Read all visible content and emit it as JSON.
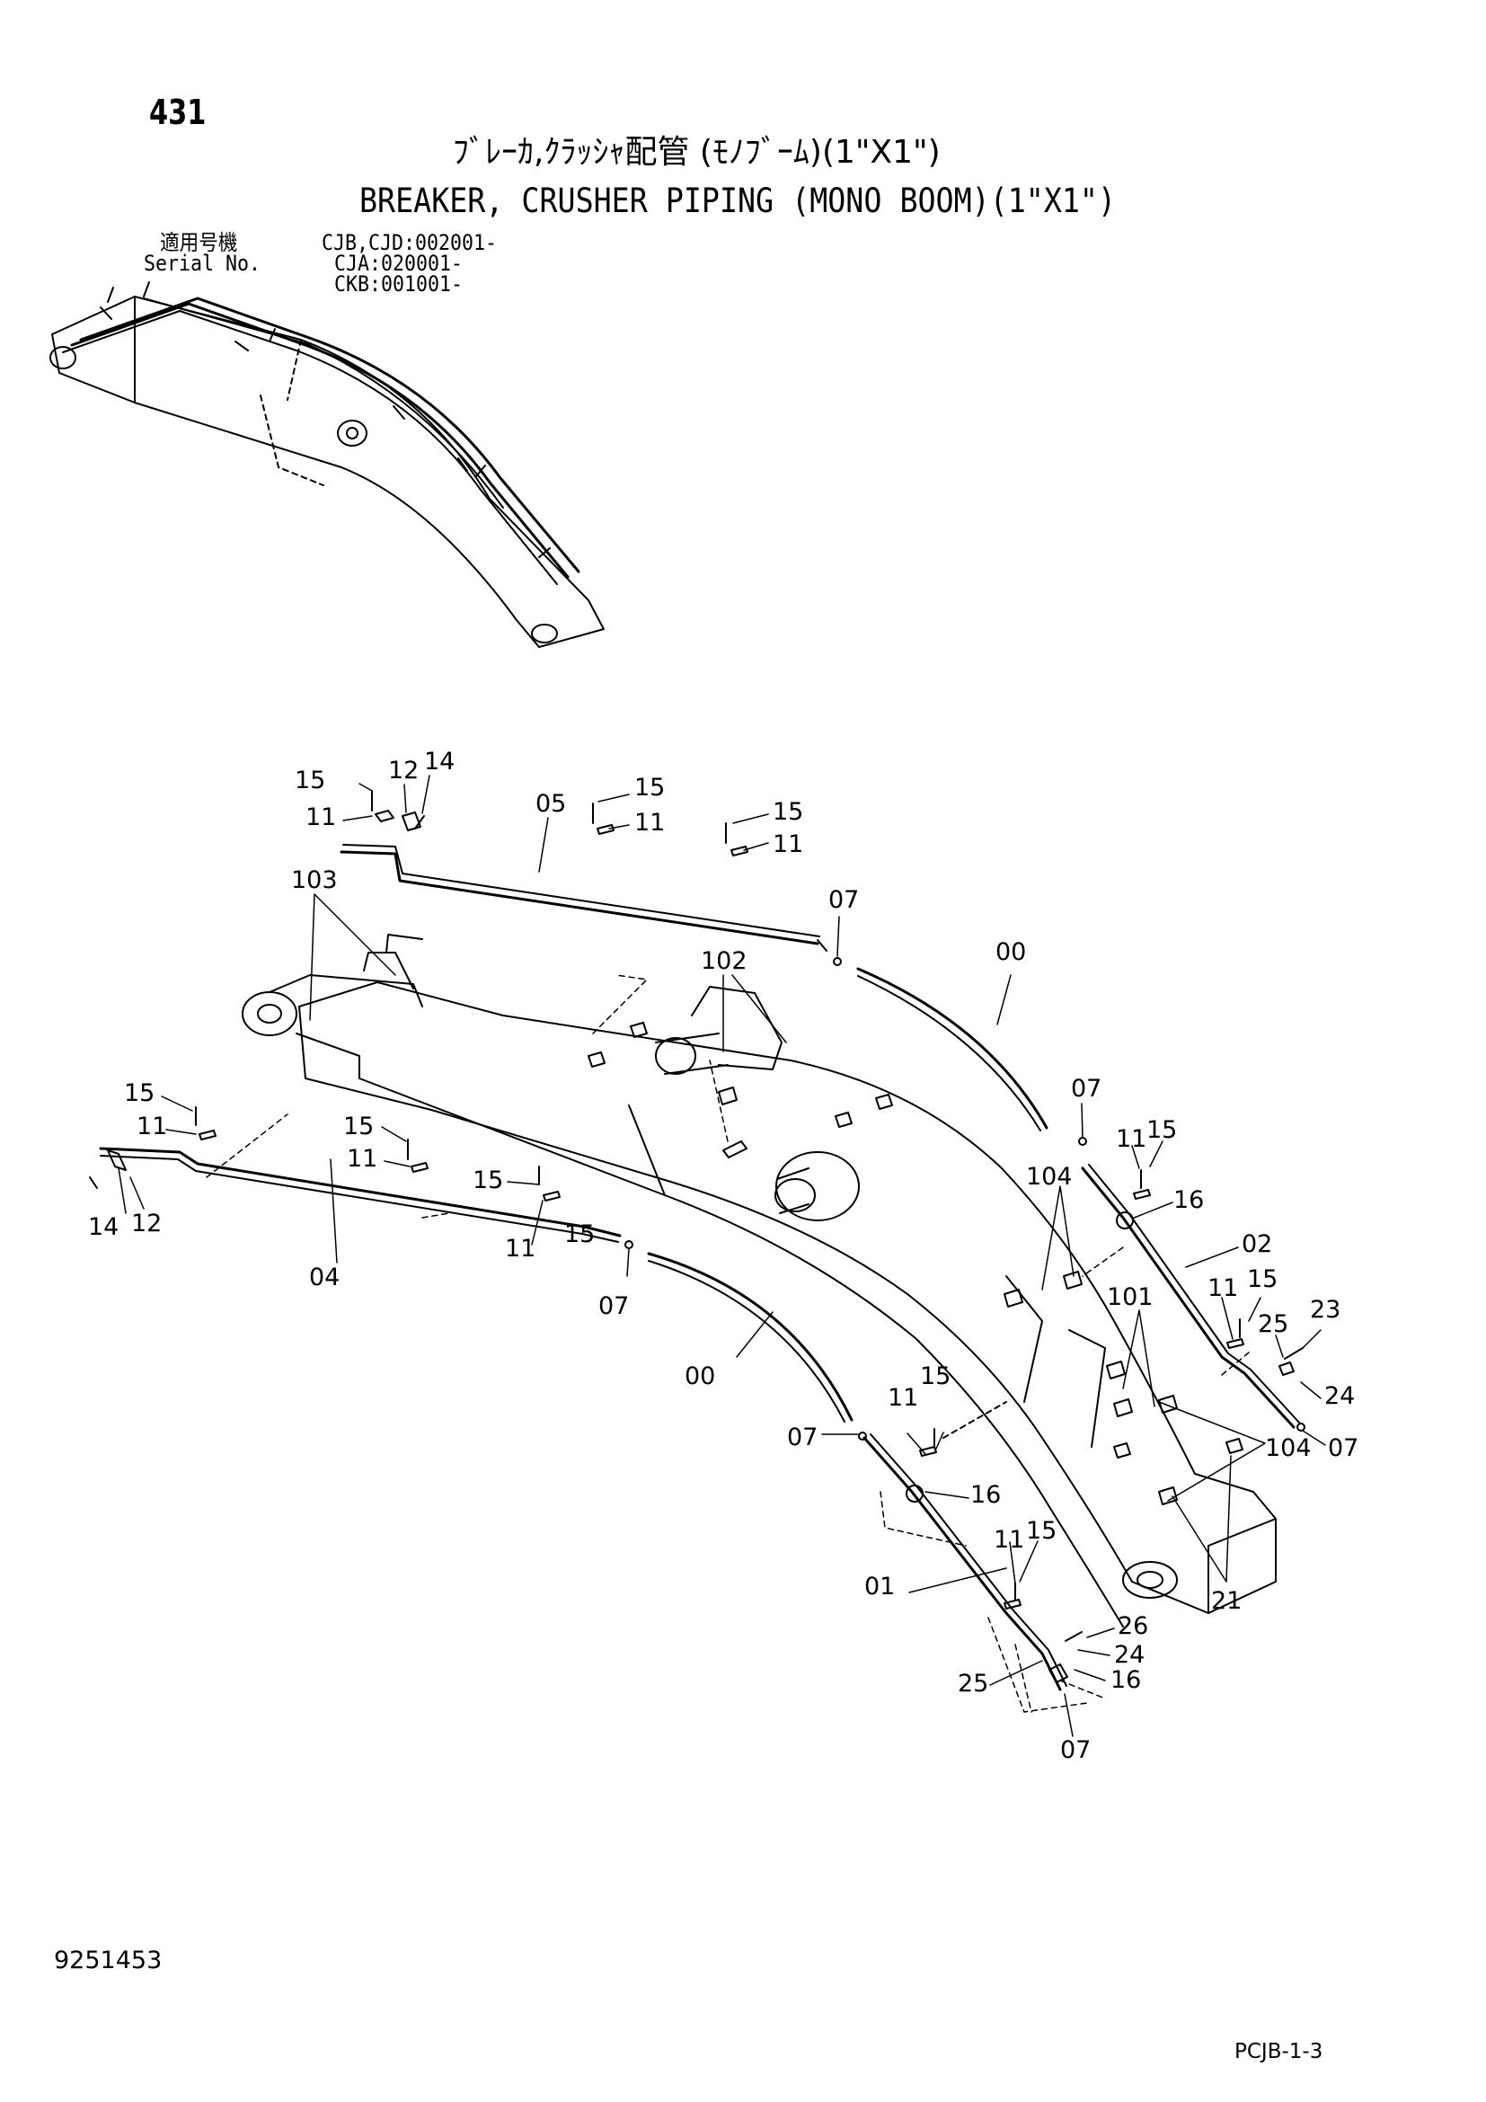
{
  "header": {
    "page_number": "431",
    "title_jp": "ﾌﾞﾚｰｶ,ｸﾗｯｼｬ配管 (ﾓﾉﾌﾞｰﾑ)(1\"X1\")",
    "title_en": "BREAKER, CRUSHER PIPING (MONO BOOM)(1\"X1\")"
  },
  "serial": {
    "label_jp": "適用号機",
    "label_en": "Serial No.",
    "values": [
      "CJB,CJD:002001-",
      "CJA:020001-",
      "CKB:001001-"
    ]
  },
  "callouts": [
    "15",
    "12",
    "14",
    "11",
    "05",
    "15",
    "11",
    "15",
    "11",
    "07",
    "103",
    "102",
    "00",
    "15",
    "11",
    "07",
    "11",
    "15",
    "16",
    "104",
    "02",
    "15",
    "11",
    "12",
    "14",
    "15",
    "11",
    "15",
    "04",
    "11",
    "07",
    "11",
    "15",
    "101",
    "25",
    "23",
    "24",
    "00",
    "11",
    "15",
    "07",
    "104",
    "07",
    "16",
    "11",
    "15",
    "21",
    "01",
    "26",
    "24",
    "25",
    "16",
    "07"
  ],
  "footer": {
    "doc_number": "9251453",
    "page_code": "PCJB-1-3"
  },
  "colors": {
    "ink": "#000000",
    "paper": "#ffffff"
  }
}
